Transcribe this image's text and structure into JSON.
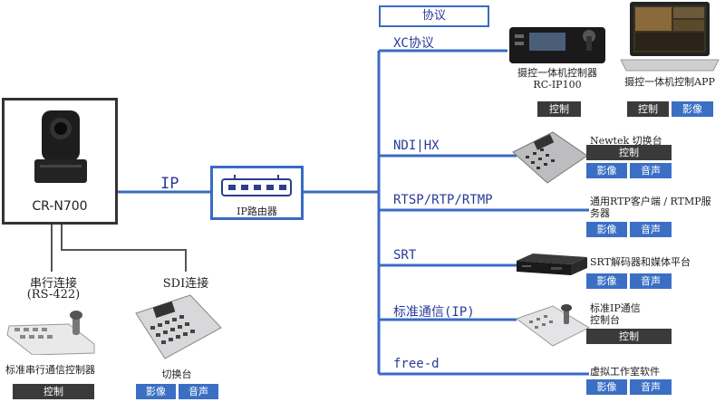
{
  "protocol_header": "协议",
  "camera": {
    "name": "CR-N700"
  },
  "ip_label": "IP",
  "router": {
    "label": "IP路由器"
  },
  "serial": {
    "title": "串行连接",
    "subtitle": "(RS-422)",
    "device": "标准串行通信控制器",
    "tag_control": "控制"
  },
  "sdi": {
    "title": "SDI连接",
    "device": "切换台",
    "tag_video": "影像",
    "tag_audio": "音声"
  },
  "branches": {
    "xc": {
      "label": "XC协议",
      "rc": {
        "caption1": "摄控一体机控制器",
        "caption2": "RC-IP100",
        "tag_control": "控制"
      },
      "app": {
        "caption": "摄控一体机控制APP",
        "tag_control": "控制",
        "tag_video": "影像"
      }
    },
    "ndi": {
      "label": "NDI|HX",
      "caption": "Newtek 切换台",
      "tag_control": "控制",
      "tag_video": "影像",
      "tag_audio": "音声"
    },
    "rtsp": {
      "label": "RTSP/RTP/RTMP",
      "caption1": "通用RTP客户端 / RTMP服",
      "caption2": "务器",
      "tag_video": "影像",
      "tag_audio": "音声"
    },
    "srt": {
      "label": "SRT",
      "caption": "SRT解码器和媒体平台",
      "tag_video": "影像",
      "tag_audio": "音声"
    },
    "std": {
      "label": "标准通信(IP)",
      "caption1": "标准IP通信",
      "caption2": "控制台",
      "tag_control": "控制"
    },
    "freed": {
      "label": "free-d",
      "caption": "虚拟工作室软件",
      "tag_video": "影像",
      "tag_audio": "音声"
    }
  },
  "colors": {
    "line": "#3a6bc4",
    "label": "#2a3a9a",
    "tag_dark": "#3a3a3a",
    "tag_blue": "#3b6fc4"
  }
}
